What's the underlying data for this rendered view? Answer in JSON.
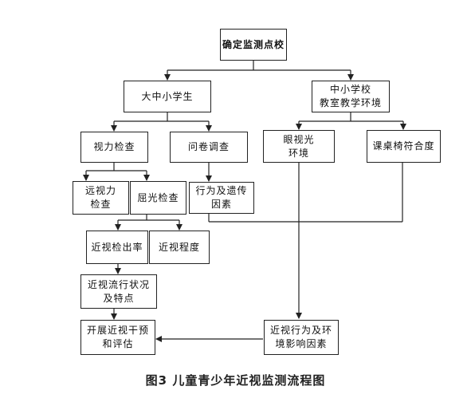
{
  "diagram": {
    "nodes": {
      "root": "确定监测点校",
      "students": "大中小学生",
      "classroom_env": "中小学校\n教室教学环境",
      "vision_check": "视力检查",
      "questionnaire": "问卷调查",
      "eye_light_env": "眼视光\n环境",
      "desk_chair_fit": "课桌椅符合度",
      "distance_vision": "远视力\n检查",
      "refraction": "屈光检查",
      "behavior_genetic": "行为及遗传\n因素",
      "myopia_rate": "近视检出率",
      "myopia_degree": "近视程度",
      "prevalence": "近视流行状况\n及特点",
      "intervention": "开展近视干预\n和评估",
      "env_factors": "近视行为及环\n境影响因素"
    },
    "caption": "图3 儿童青少年近视监测流程图"
  }
}
